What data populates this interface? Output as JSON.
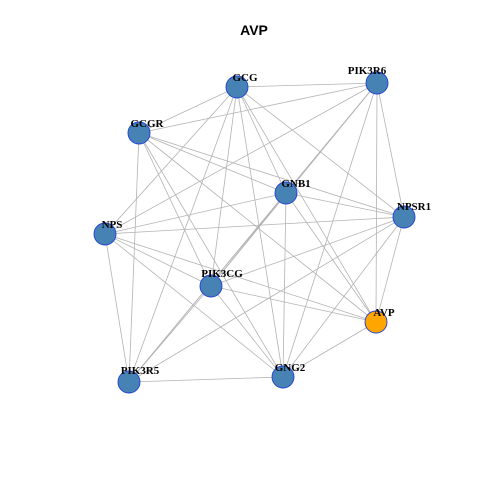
{
  "title": "AVP",
  "colors": {
    "default_node": "#4682B4",
    "highlight_node": "#FFA500",
    "node_border": "#1F3FD6",
    "edge": "#B3B3B3"
  },
  "nodes": [
    {
      "id": "GCG",
      "label": "GCG",
      "highlight": false
    },
    {
      "id": "PIK3R6",
      "label": "PIK3R6",
      "highlight": false
    },
    {
      "id": "GCGR",
      "label": "GCGR",
      "highlight": false
    },
    {
      "id": "GNB1",
      "label": "GNB1",
      "highlight": false
    },
    {
      "id": "NPSR1",
      "label": "NPSR1",
      "highlight": false
    },
    {
      "id": "NPS",
      "label": "NPS",
      "highlight": false
    },
    {
      "id": "PIK3CG",
      "label": "PIK3CG",
      "highlight": false
    },
    {
      "id": "AVP",
      "label": "AVP",
      "highlight": true
    },
    {
      "id": "PIK3R5",
      "label": "PIK3R5",
      "highlight": false
    },
    {
      "id": "GNG2",
      "label": "GNG2",
      "highlight": false
    }
  ],
  "edges": [
    [
      "GCG",
      "PIK3R6"
    ],
    [
      "GCG",
      "GCGR"
    ],
    [
      "GCG",
      "GNB1"
    ],
    [
      "GCG",
      "NPSR1"
    ],
    [
      "GCG",
      "NPS"
    ],
    [
      "GCG",
      "PIK3CG"
    ],
    [
      "GCG",
      "AVP"
    ],
    [
      "GCG",
      "PIK3R5"
    ],
    [
      "GCG",
      "GNG2"
    ],
    [
      "PIK3R6",
      "GCGR"
    ],
    [
      "PIK3R6",
      "GNB1"
    ],
    [
      "PIK3R6",
      "NPSR1"
    ],
    [
      "PIK3R6",
      "NPS"
    ],
    [
      "PIK3R6",
      "PIK3CG"
    ],
    [
      "PIK3R6",
      "AVP"
    ],
    [
      "PIK3R6",
      "PIK3R5"
    ],
    [
      "PIK3R6",
      "GNG2"
    ],
    [
      "GCGR",
      "GNB1"
    ],
    [
      "GCGR",
      "NPSR1"
    ],
    [
      "GCGR",
      "PIK3CG"
    ],
    [
      "GCGR",
      "AVP"
    ],
    [
      "GCGR",
      "PIK3R5"
    ],
    [
      "GCGR",
      "GNG2"
    ],
    [
      "GNB1",
      "NPSR1"
    ],
    [
      "GNB1",
      "NPS"
    ],
    [
      "GNB1",
      "PIK3CG"
    ],
    [
      "GNB1",
      "AVP"
    ],
    [
      "GNB1",
      "PIK3R5"
    ],
    [
      "GNB1",
      "GNG2"
    ],
    [
      "NPSR1",
      "NPS"
    ],
    [
      "NPSR1",
      "PIK3CG"
    ],
    [
      "NPSR1",
      "AVP"
    ],
    [
      "NPSR1",
      "PIK3R5"
    ],
    [
      "NPSR1",
      "GNG2"
    ],
    [
      "NPS",
      "PIK3CG"
    ],
    [
      "NPS",
      "AVP"
    ],
    [
      "NPS",
      "PIK3R5"
    ],
    [
      "NPS",
      "GNG2"
    ],
    [
      "PIK3CG",
      "AVP"
    ],
    [
      "PIK3CG",
      "PIK3R5"
    ],
    [
      "PIK3CG",
      "GNG2"
    ],
    [
      "AVP",
      "GNG2"
    ],
    [
      "PIK3R5",
      "GNG2"
    ]
  ]
}
